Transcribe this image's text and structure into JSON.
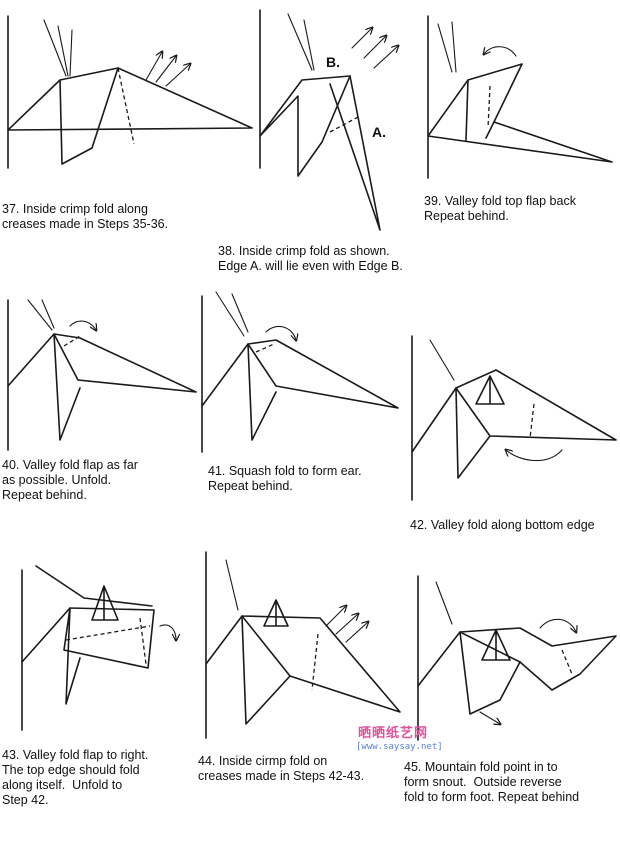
{
  "steps": [
    {
      "id": "37",
      "text": "37. Inside crimp fold along\ncreases made in Steps 35-36."
    },
    {
      "id": "38",
      "text": "38. Inside crimp fold as shown.\nEdge A. will lie even with Edge B."
    },
    {
      "id": "39",
      "text": "39. Valley fold top flap back\nRepeat behind."
    },
    {
      "id": "40",
      "text": "40. Valley fold flap as far\nas possible. Unfold.\nRepeat behind."
    },
    {
      "id": "41",
      "text": "41. Squash fold to form ear.\nRepeat behind."
    },
    {
      "id": "42",
      "text": "42. Valley fold along bottom edge"
    },
    {
      "id": "43",
      "text": "43. Valley fold flap to right.\nThe top edge should fold\nalong itself.  Unfold to\nStep 42."
    },
    {
      "id": "44",
      "text": "44. Inside cirmp fold on\ncreases made in Steps 42-43."
    },
    {
      "id": "45",
      "text": "45. Mountain fold point in to\nform snout.  Outside reverse\nfold to form foot. Repeat behind"
    }
  ],
  "labels": {
    "edge_b": "B.",
    "edge_a": "A."
  },
  "watermark": {
    "name": "晒晒纸艺网",
    "url": "[www.saysay.net]"
  },
  "colors": {
    "ink": "#1a1a1a",
    "watermark_pink": "#e0519b",
    "watermark_blue": "#5b7fd6"
  }
}
